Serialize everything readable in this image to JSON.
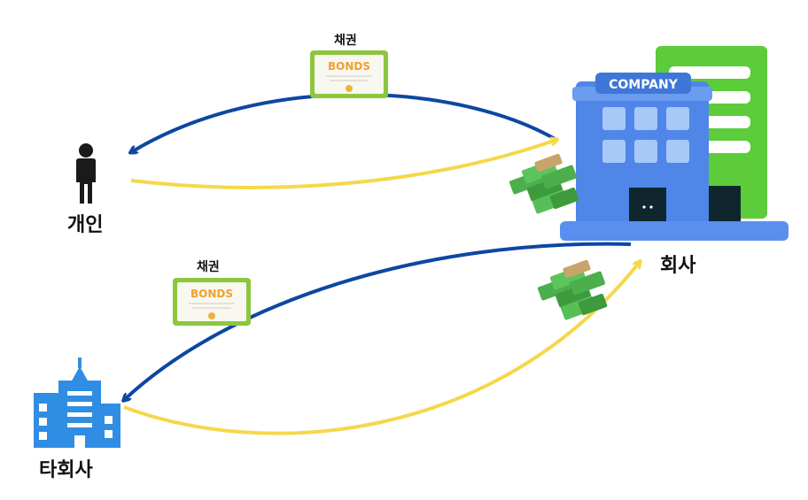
{
  "nodes": {
    "individual": {
      "label": "개인"
    },
    "company": {
      "label": "회사",
      "sign_text": "COMPANY"
    },
    "other_company": {
      "label": "타회사"
    }
  },
  "certificates": [
    {
      "label": "채권",
      "text": "BONDS"
    },
    {
      "label": "채권",
      "text": "BONDS"
    }
  ],
  "colors": {
    "bond_arrow": "#0d47a1",
    "money_arrow": "#f5d84a",
    "certificate_frame": "#8cc63f",
    "certificate_text": "#f0a030",
    "person": "#1a1a1a",
    "company_main": "#4f86e8",
    "company_side": "#5ccc3a",
    "other_company": "#2f8de4"
  },
  "icons": [
    "person-icon",
    "company-building-icon",
    "other-company-building-icon",
    "bond-certificate-icon",
    "money-stack-icon"
  ]
}
